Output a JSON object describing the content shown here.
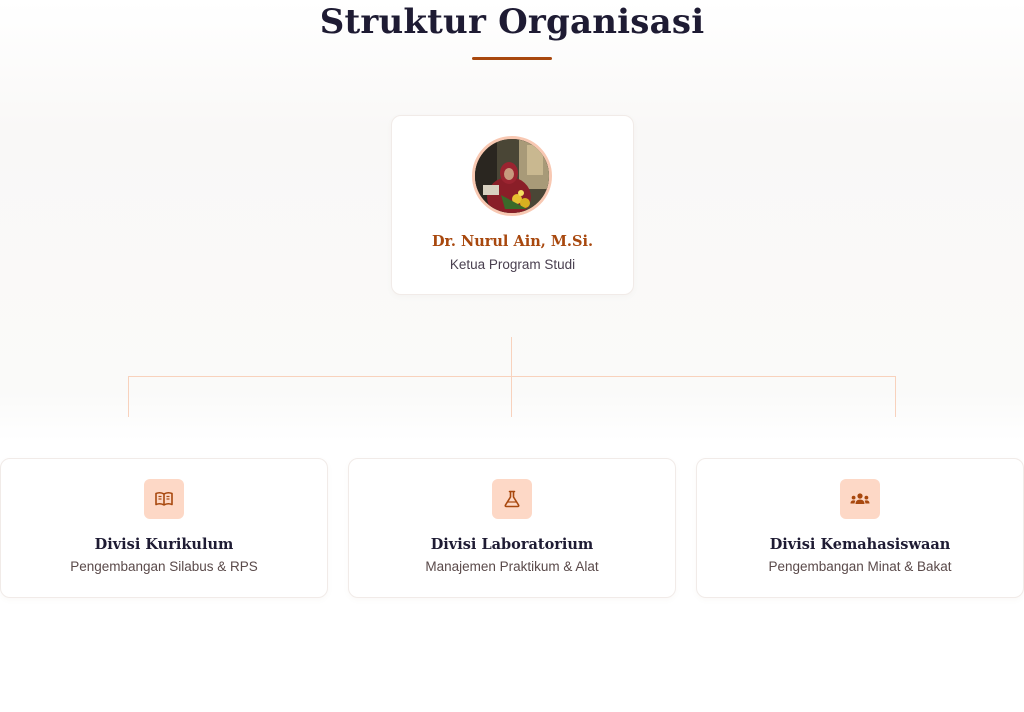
{
  "section": {
    "title": "Struktur Organisasi"
  },
  "head": {
    "name": "Dr. Nurul Ain, M.Si.",
    "role": "Ketua Program Studi",
    "photo_icon": "person-photo"
  },
  "divisions": [
    {
      "title": "Divisi Kurikulum",
      "subtitle": "Pengembangan Silabus & RPS",
      "icon": "book-open-icon"
    },
    {
      "title": "Divisi Laboratorium",
      "subtitle": "Manajemen Praktikum & Alat",
      "icon": "flask-icon"
    },
    {
      "title": "Divisi Kemahasiswaan",
      "subtitle": "Pengembangan Minat & Bakat",
      "icon": "users-icon"
    }
  ],
  "colors": {
    "accent": "#a8480e",
    "heading": "#1e1b33",
    "icon_bg": "#fdd8c6",
    "connector": "#f8d2bd"
  }
}
